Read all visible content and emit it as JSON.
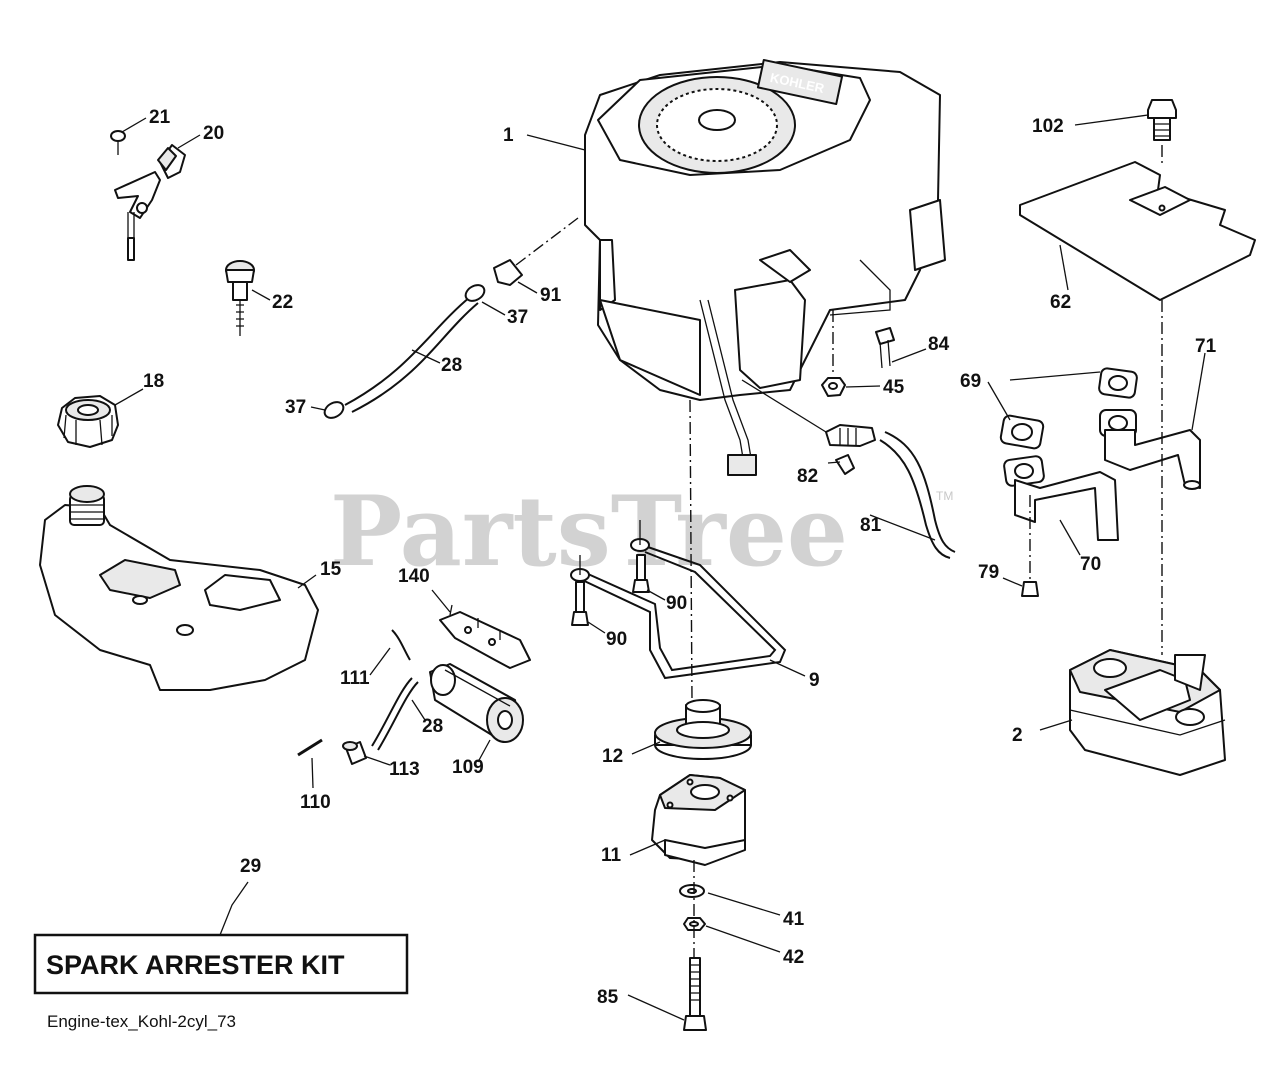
{
  "watermark": {
    "text": "PartsTree",
    "tm": "TM"
  },
  "kit_box": {
    "label": "SPARK ARRESTER KIT"
  },
  "footer": {
    "code": "Engine-tex_Kohl-2cyl_73"
  },
  "engine_brand": "KOHLER",
  "callouts": [
    {
      "id": "c1",
      "text": "1"
    },
    {
      "id": "c2",
      "text": "2"
    },
    {
      "id": "c9",
      "text": "9"
    },
    {
      "id": "c11",
      "text": "11"
    },
    {
      "id": "c12",
      "text": "12"
    },
    {
      "id": "c15",
      "text": "15"
    },
    {
      "id": "c18",
      "text": "18"
    },
    {
      "id": "c20",
      "text": "20"
    },
    {
      "id": "c21",
      "text": "21"
    },
    {
      "id": "c22",
      "text": "22"
    },
    {
      "id": "c28a",
      "text": "28"
    },
    {
      "id": "c28b",
      "text": "28"
    },
    {
      "id": "c29",
      "text": "29"
    },
    {
      "id": "c37a",
      "text": "37"
    },
    {
      "id": "c37b",
      "text": "37"
    },
    {
      "id": "c41",
      "text": "41"
    },
    {
      "id": "c42",
      "text": "42"
    },
    {
      "id": "c45",
      "text": "45"
    },
    {
      "id": "c62",
      "text": "62"
    },
    {
      "id": "c69",
      "text": "69"
    },
    {
      "id": "c70",
      "text": "70"
    },
    {
      "id": "c71",
      "text": "71"
    },
    {
      "id": "c79",
      "text": "79"
    },
    {
      "id": "c81",
      "text": "81"
    },
    {
      "id": "c82",
      "text": "82"
    },
    {
      "id": "c84",
      "text": "84"
    },
    {
      "id": "c85",
      "text": "85"
    },
    {
      "id": "c90a",
      "text": "90"
    },
    {
      "id": "c90b",
      "text": "90"
    },
    {
      "id": "c91",
      "text": "91"
    },
    {
      "id": "c102",
      "text": "102"
    },
    {
      "id": "c109",
      "text": "109"
    },
    {
      "id": "c110",
      "text": "110"
    },
    {
      "id": "c111",
      "text": "111"
    },
    {
      "id": "c113",
      "text": "113"
    },
    {
      "id": "c140",
      "text": "140"
    }
  ]
}
